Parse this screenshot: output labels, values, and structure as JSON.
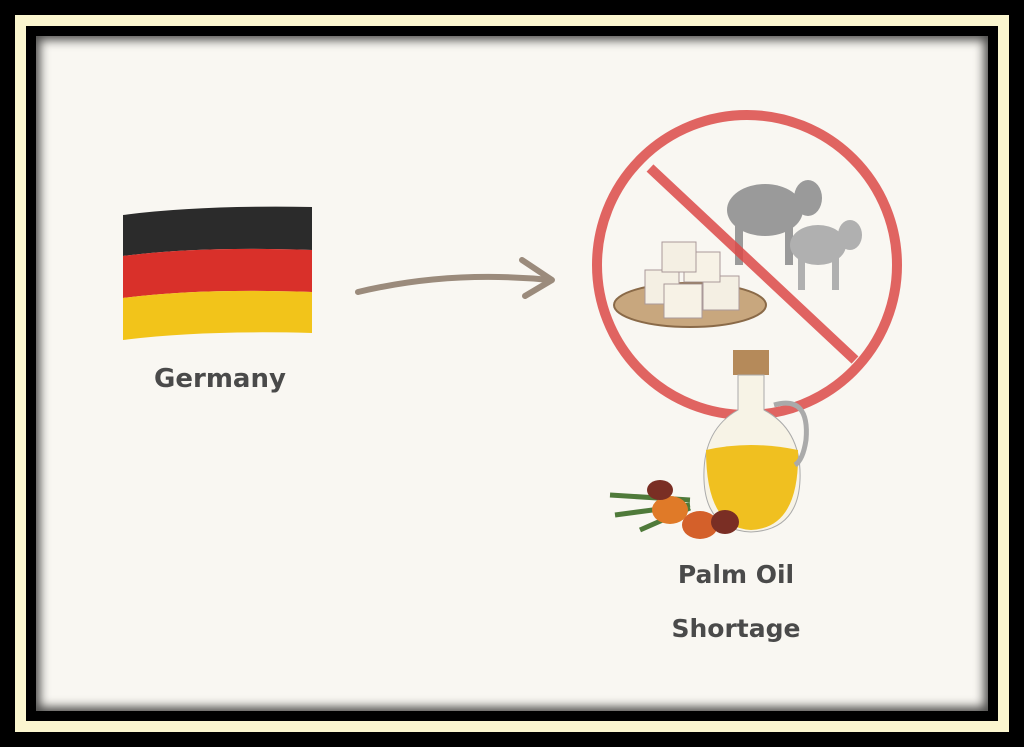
{
  "country": {
    "label": "Germany",
    "flag_colors": [
      "#2b2b2b",
      "#d9302a",
      "#f2c41a"
    ]
  },
  "result": {
    "title": "Palm Oil",
    "subtitle": "Shortage"
  },
  "icons": [
    "germany-flag-icon",
    "arrow-right-icon",
    "prohibited-sign-icon",
    "tofu-icon",
    "cow-icon",
    "oil-bottle-icon",
    "palm-fruit-icon"
  ],
  "colors": {
    "prohibit": "#dc4a48",
    "arrow": "#9b8b7c",
    "oil": "#f0c020"
  }
}
